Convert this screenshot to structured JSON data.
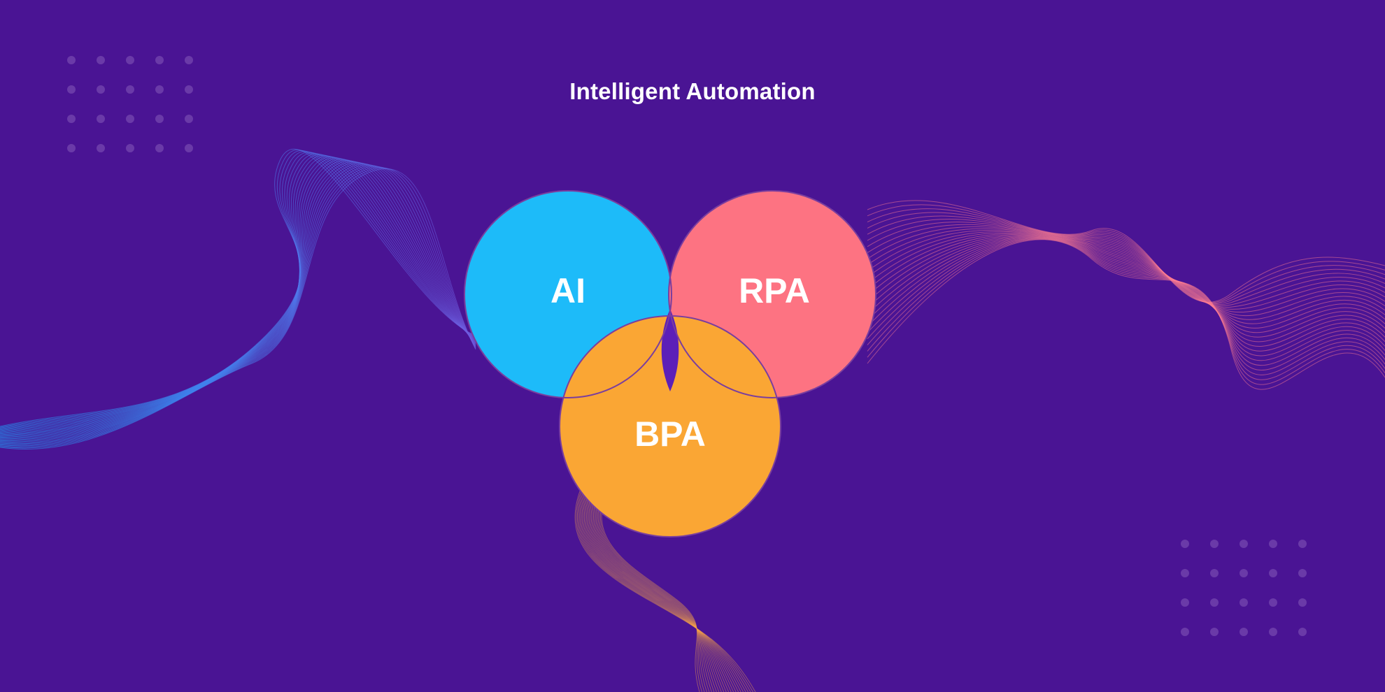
{
  "title": "Intelligent Automation",
  "circles": [
    {
      "id": "ai",
      "label": "AI",
      "color": "#1dbbf9"
    },
    {
      "id": "rpa",
      "label": "RPA",
      "color": "#fd7382"
    },
    {
      "id": "bpa",
      "label": "BPA",
      "color": "#faa634"
    }
  ],
  "overlap_color": "#5c1fb8",
  "colors": {
    "background": "#4a1494",
    "text": "#ffffff",
    "outline": "#7a3e9e",
    "dots": "#6a3aa8",
    "wave_left_start": "#1ba8ff",
    "wave_left_end": "#6f5ce0",
    "wave_right": "#ff7c8f",
    "wave_bottom": "#f5a24a"
  }
}
